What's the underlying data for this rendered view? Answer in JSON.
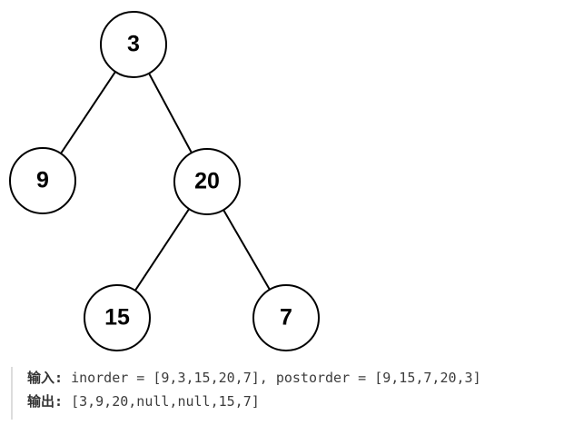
{
  "tree": {
    "nodes": [
      {
        "id": "n3",
        "label": "3",
        "parent": null
      },
      {
        "id": "n9",
        "label": "9",
        "parent": "n3"
      },
      {
        "id": "n20",
        "label": "20",
        "parent": "n3"
      },
      {
        "id": "n15",
        "label": "15",
        "parent": "n20"
      },
      {
        "id": "n7",
        "label": "7",
        "parent": "n20"
      }
    ]
  },
  "example": {
    "input_label": "输入:",
    "input_value": "inorder = [9,3,15,20,7], postorder = [9,15,7,20,3]",
    "output_label": "输出:",
    "output_value": "[3,9,20,null,null,15,7]"
  }
}
